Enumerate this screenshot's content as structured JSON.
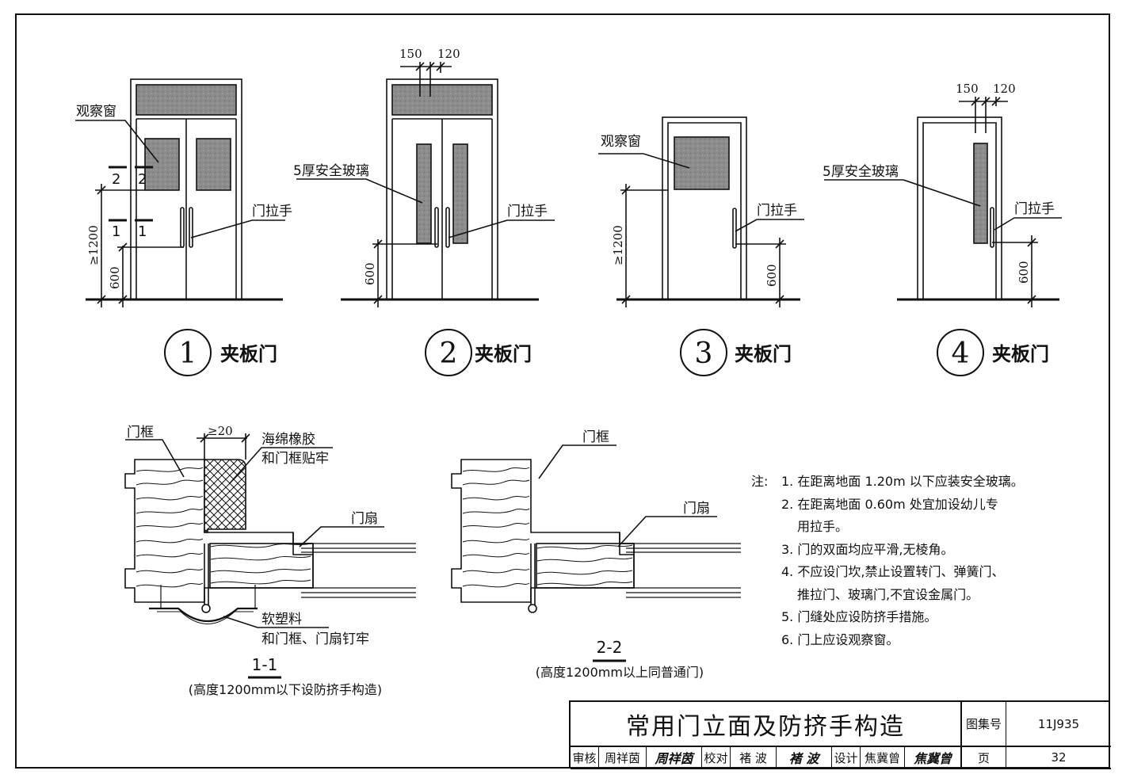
{
  "doors": [
    {
      "number": "1",
      "name": "夹板门"
    },
    {
      "number": "2",
      "name": "夹板门"
    },
    {
      "number": "3",
      "name": "夹板门"
    },
    {
      "number": "4",
      "name": "夹板门"
    }
  ],
  "labels": {
    "observation_window": "观察窗",
    "safety_glass": "5厚安全玻璃",
    "door_handle": "门拉手",
    "door_frame": "门框",
    "door_leaf": "门扇",
    "sponge_rubber_1": "海绵橡胶",
    "sponge_rubber_2": "和门框贴牢",
    "soft_plastic_1": "软塑料",
    "soft_plastic_2": "和门框、门扇钉牢"
  },
  "dimensions": {
    "d150": "150",
    "d120": "120",
    "d1200": "≥1200",
    "d600": "600",
    "d20": "≥20"
  },
  "section_marks": {
    "s1": "1",
    "s2": "2"
  },
  "sections": [
    {
      "title": "1-1",
      "caption": "(高度1200mm以下设防挤手构造)"
    },
    {
      "title": "2-2",
      "caption": "(高度1200mm以上同普通门)"
    }
  ],
  "notes": {
    "label": "注:",
    "items": [
      {
        "num": "1.",
        "lines": [
          "在距离地面 1.20m 以下应装安全玻璃。"
        ]
      },
      {
        "num": "2.",
        "lines": [
          "在距离地面 0.60m 处宜加设幼儿专",
          "用拉手。"
        ]
      },
      {
        "num": "3.",
        "lines": [
          "门的双面均应平滑,无棱角。"
        ]
      },
      {
        "num": "4.",
        "lines": [
          "不应设门坎,禁止设置转门、弹簧门、",
          "推拉门、玻璃门,不宜设金属门。"
        ]
      },
      {
        "num": "5.",
        "lines": [
          "门缝处应设防挤手措施。"
        ]
      },
      {
        "num": "6.",
        "lines": [
          "门上应设观察窗。"
        ]
      }
    ]
  },
  "title_block": {
    "title": "常用门立面及防挤手构造",
    "atlas_label": "图集号",
    "atlas_no": "11J935",
    "page_label": "页",
    "page_no": "32",
    "review_label": "审核",
    "reviewer": "周祥茵",
    "reviewer_sign": "周祥茵",
    "check_label": "校对",
    "checker": "褚 波",
    "checker_sign": "褚 波",
    "design_label": "设计",
    "designer": "焦冀曾",
    "designer_sign": "焦冀曾"
  },
  "colors": {
    "ink": "#111111",
    "glass": "#8c8c8c",
    "paper": "#ffffff"
  }
}
